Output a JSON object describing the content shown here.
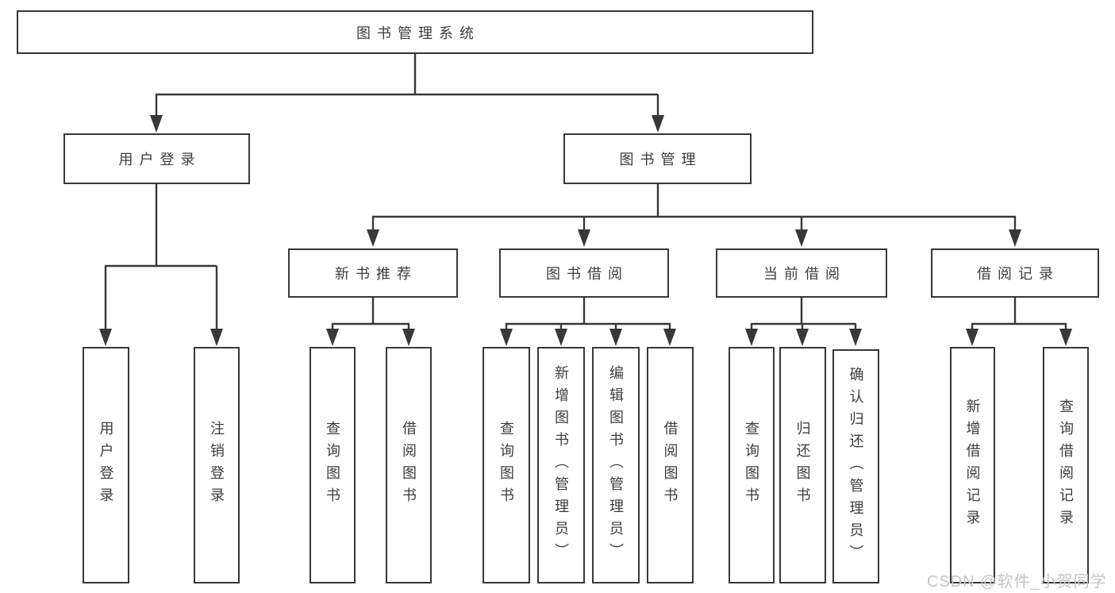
{
  "tree": {
    "root": {
      "label": "图书管理系统",
      "children": [
        {
          "label": "用户登录",
          "children": [
            {
              "label": "用户登录"
            },
            {
              "label": "注销登录"
            }
          ]
        },
        {
          "label": "图书管理",
          "children": [
            {
              "label": "新书推荐",
              "children": [
                {
                  "label": "查询图书"
                },
                {
                  "label": "借阅图书"
                }
              ]
            },
            {
              "label": "图书借阅",
              "children": [
                {
                  "label": "查询图书"
                },
                {
                  "label": "新增图书（管理员）"
                },
                {
                  "label": "编辑图书（管理员）"
                },
                {
                  "label": "借阅图书"
                }
              ]
            },
            {
              "label": "当前借阅",
              "children": [
                {
                  "label": "查询图书"
                },
                {
                  "label": "归还图书"
                },
                {
                  "label": "确认归还（管理员）"
                }
              ]
            },
            {
              "label": "借阅记录",
              "children": [
                {
                  "label": "新增借阅记录"
                },
                {
                  "label": "查询借阅记录"
                }
              ]
            }
          ]
        }
      ]
    }
  },
  "watermark": "CSDN @软件_小贺同学",
  "colors": {
    "line": "#383838",
    "box-border": "#383838",
    "text": "#3d3d3d",
    "background": "#ffffff",
    "watermark": "#c6c6c6"
  }
}
